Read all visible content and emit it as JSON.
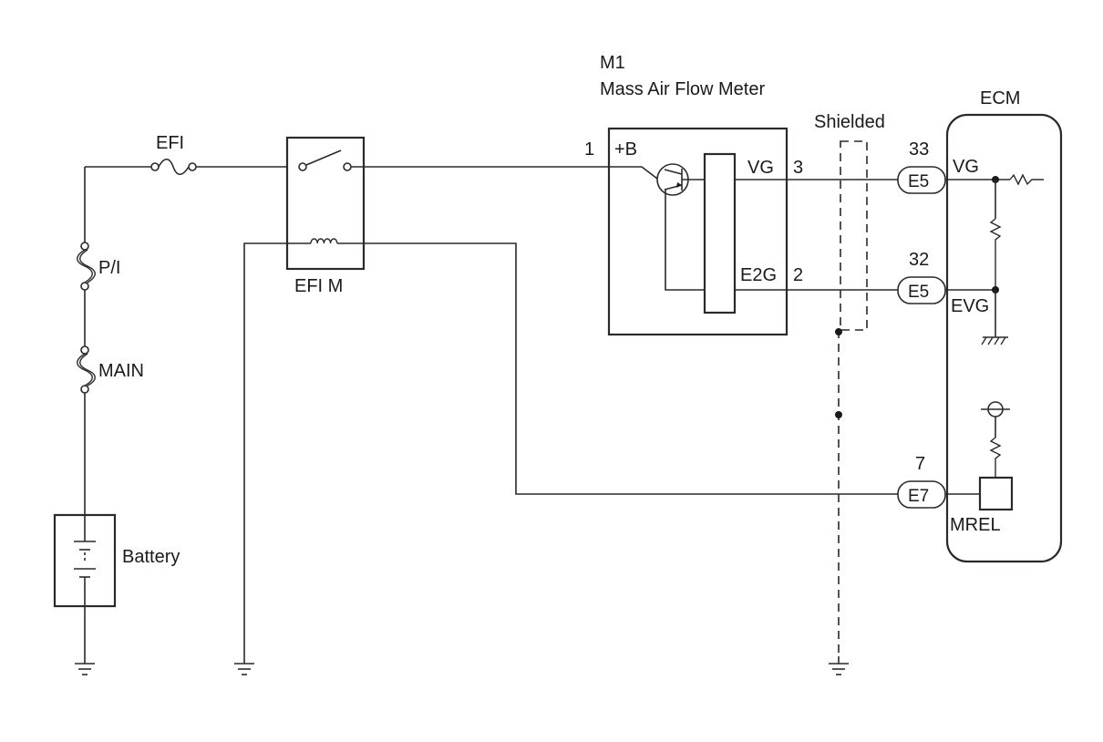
{
  "labels": {
    "m1_id": "M1",
    "m1_name": "Mass Air Flow Meter",
    "shielded": "Shielded",
    "ecm": "ECM",
    "efi_fuse": "EFI",
    "efi_relay": "EFI M",
    "pi_fuse": "P/I",
    "main_fuse": "MAIN",
    "battery": "Battery",
    "pin_b": "+B",
    "pin_b_num": "1",
    "pin_vg": "VG",
    "pin_vg_num": "3",
    "pin_e2g": "E2G",
    "pin_e2g_num": "2",
    "ecm_vg": "VG",
    "ecm_evg": "EVG",
    "ecm_mrel": "MREL"
  },
  "connectors": [
    {
      "id": "E5",
      "pin": "33"
    },
    {
      "id": "E5",
      "pin": "32"
    },
    {
      "id": "E7",
      "pin": "7"
    }
  ]
}
